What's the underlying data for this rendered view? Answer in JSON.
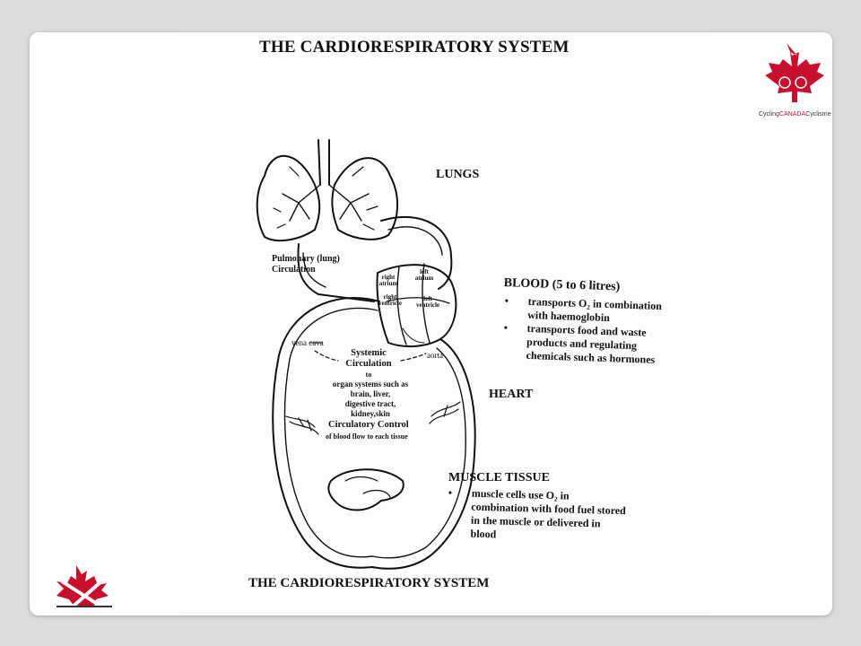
{
  "slide": {
    "title_top": "THE CARDIORESPIRATORY SYSTEM",
    "title_bottom": "THE CARDIORESPIRATORY SYSTEM"
  },
  "diagram": {
    "labels": {
      "lungs": "LUNGS",
      "heart": "HEART",
      "pulmonary_line1": "Pulmonary (lung)",
      "pulmonary_line2": "Circulation",
      "vena_cava": "vena cava",
      "aorta": "aorta",
      "systemic_line1": "Systemic",
      "systemic_line2": "Circulation",
      "systemic_to": "to",
      "organs_line1": "organ systems such as",
      "organs_line2": "brain, liver,",
      "organs_line3": "digestive tract,",
      "organs_line4": "kidney,skin",
      "circ_control": "Circulatory Control",
      "circ_control_sub": "of blood flow to each tissue",
      "right_atrium_1": "right",
      "right_atrium_2": "atrium",
      "right_ventricle_1": "right",
      "right_ventricle_2": "ventricle",
      "left_atrium_1": "left",
      "left_atrium_2": "atrium",
      "left_ventricle_1": "left",
      "left_ventricle_2": "ventricle"
    },
    "blood": {
      "heading": "BLOOD (5 to 6 litres)",
      "bullet": "•",
      "item1_line1": "transports O₂ in combination",
      "item1_line2": "with haemoglobin",
      "item2_line1": "transports food and waste",
      "item2_line2": "products and regulating",
      "item2_line3": "chemicals such as hormones"
    },
    "muscle": {
      "heading": "MUSCLE TISSUE",
      "bullet": "•",
      "line1": "muscle cells use O₂ in",
      "line2": "combination with food fuel stored",
      "line3": "in the muscle or delivered in",
      "line4": "blood"
    }
  },
  "logos": {
    "cycling_canada_prefix": "Cycling",
    "cycling_canada_mid": "CANADA",
    "cycling_canada_suffix": "Cyclisme",
    "brand_red": "#c8102e"
  }
}
